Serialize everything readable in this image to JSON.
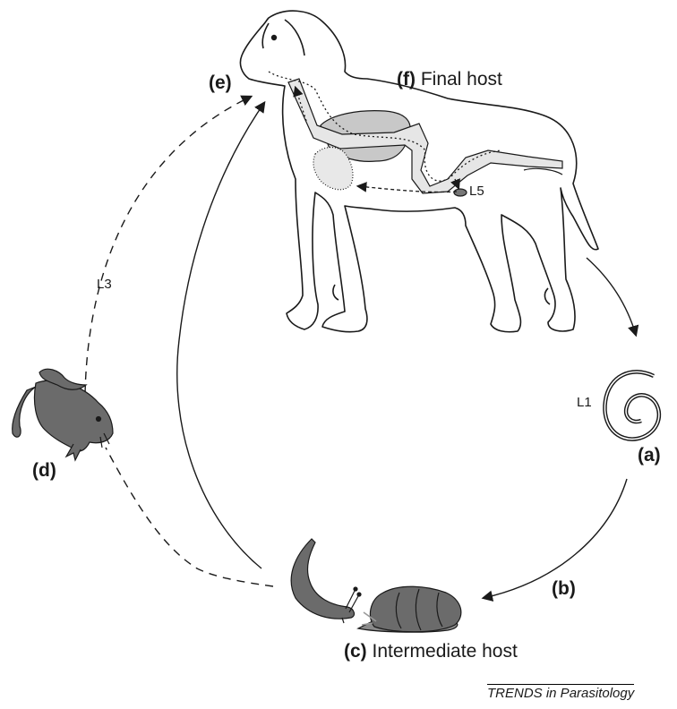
{
  "labels": {
    "a": "(a)",
    "b": "(b)",
    "c": "(c)",
    "c_text": "Intermediate host",
    "d": "(d)",
    "e": "(e)",
    "f": "(f)",
    "f_text": "Final host",
    "l1": "L1",
    "l3": "L3",
    "l5": "L5"
  },
  "credit": {
    "journal": "TRENDS",
    "suffix": "in Parasitology"
  },
  "icons": [
    "dog-icon",
    "larva-icon",
    "slug-icon",
    "snail-icon",
    "frog-icon"
  ],
  "colors": {
    "line": "#1a1a1a",
    "organ": "#c8c8c8",
    "animal": "#6b6b6b"
  }
}
